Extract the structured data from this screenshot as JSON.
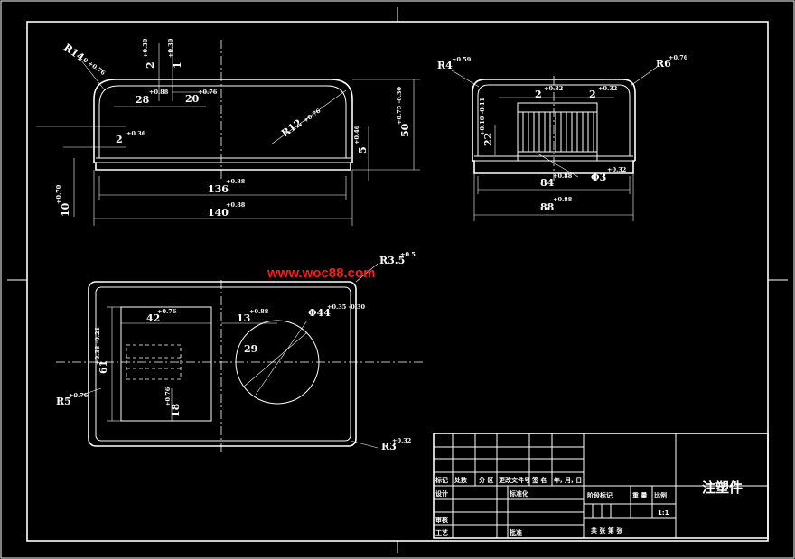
{
  "watermark": "www.woc88.com",
  "colors": {
    "background": "#000000",
    "lines": "#ffffff",
    "watermark": "#ff1a1a"
  },
  "views": {
    "front": {
      "dims": {
        "r14": "R14",
        "r14_tol": "0 +0.76",
        "d28": "28",
        "d28_tol": "+0.88",
        "d20": "20",
        "d20_tol": "+0.76",
        "top_a": "2",
        "top_a_tol": "+0.30",
        "top_b": "1",
        "top_b_tol": "+0.30",
        "r12": "R12",
        "r12_tol": "+0.76",
        "wall": "2",
        "wall_tol": "+0.36",
        "d50": "50",
        "d50_tol": "+0.75 -0.30",
        "d5": "5",
        "d5_tol": "+0.46",
        "d10": "10",
        "d10_tol": "+0.70",
        "d136": "136",
        "d136_tol": "+0.88",
        "d140": "140",
        "d140_tol": "+0.88"
      }
    },
    "side": {
      "dims": {
        "r4": "R4",
        "r4_tol": "+0.59",
        "r6": "R6",
        "r6_tol": "+0.76",
        "rib_a": "2",
        "rib_a_tol": "+0.32",
        "rib_b": "2",
        "rib_b_tol": "+0.32",
        "d22": "22",
        "d22_tol": "+0.10 -0.11",
        "phi3": "Φ3",
        "phi3_tol": "+0.32",
        "d84": "84",
        "d84_tol": "+0.88",
        "d88": "88",
        "d88_tol": "+0.88"
      }
    },
    "top": {
      "dims": {
        "r35": "R3.5",
        "r35_tol": "+0.5",
        "d42": "42",
        "d42_tol": "+0.76",
        "d13": "13",
        "d13_tol": "+0.88",
        "phi44": "Φ44",
        "phi44_tol": "+0.35 -0.30",
        "d29": "29",
        "d61": "61",
        "d61_tol": "+0.38 -0.21",
        "r5": "R5",
        "r5_tol": "+0.76",
        "d18": "18",
        "d18_tol": "+0.76",
        "r3": "R3",
        "r3_tol": "+0.32"
      }
    }
  },
  "title_block": {
    "part_name": "注塑件",
    "header_cells": [
      "标记",
      "处数",
      "分 区",
      "更改文件号",
      "签 名",
      "年, 月, 日"
    ],
    "design": "设计",
    "standardization": "标准化",
    "review": "审核",
    "process": "工艺",
    "approve": "批准",
    "stage_mark": "阶段标记",
    "weight": "重 量",
    "scale": "比例",
    "scale_value": "1:1",
    "sheets": "共  张 第  张"
  }
}
